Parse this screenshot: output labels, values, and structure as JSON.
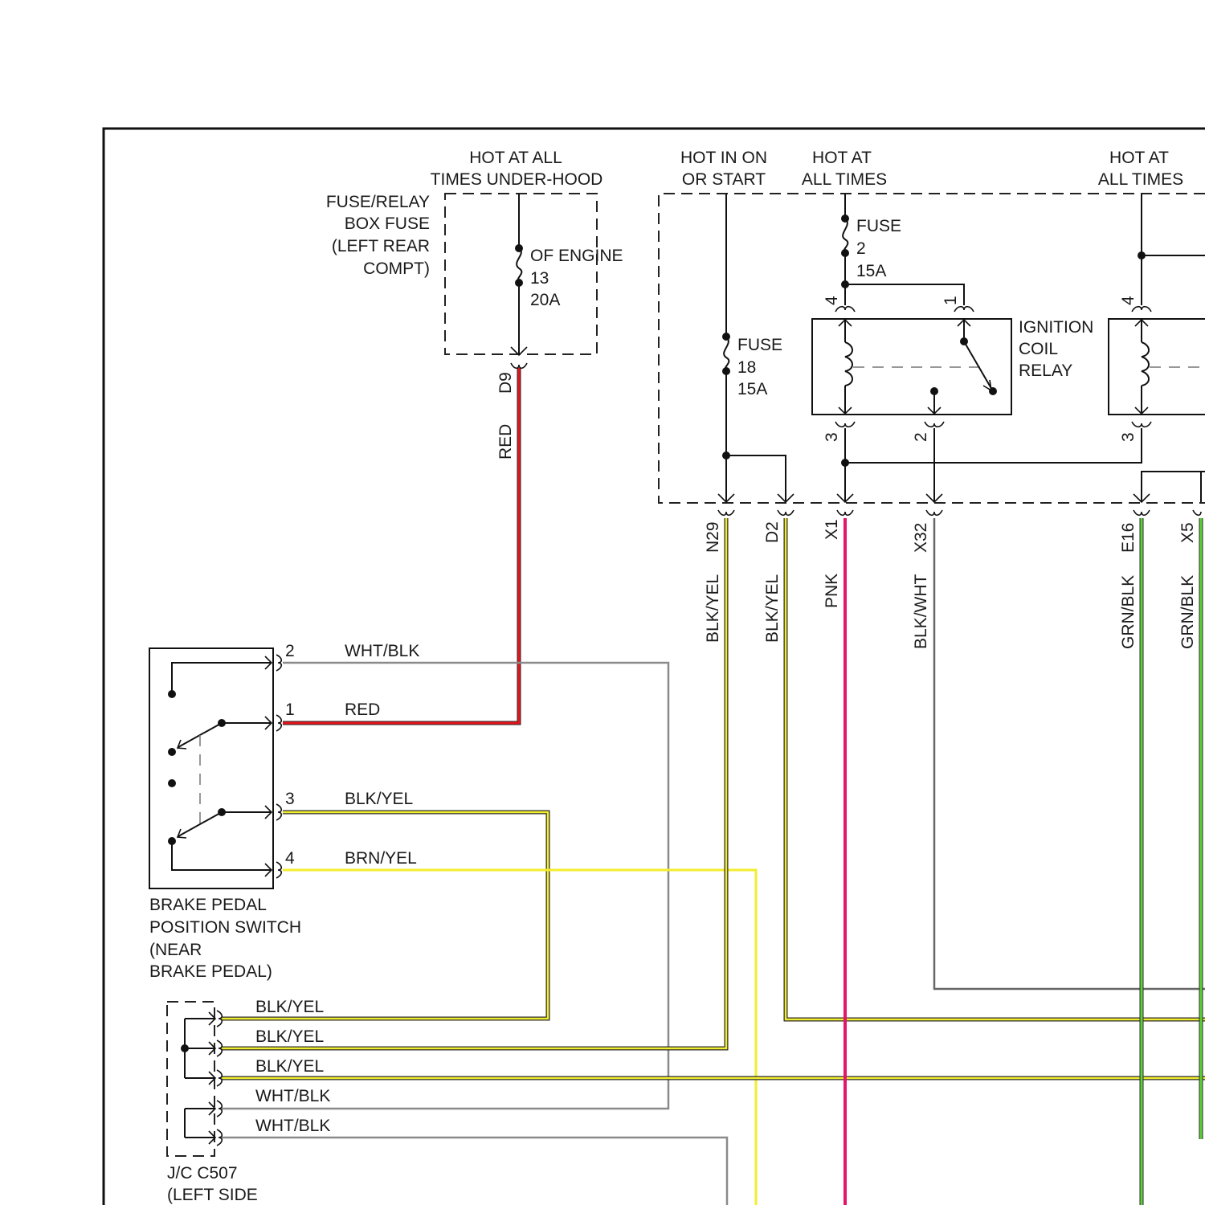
{
  "labels": {
    "hot_all_times_underhood_1": "HOT AT ALL",
    "hot_all_times_underhood_2": "TIMES UNDER-HOOD",
    "hot_on_start_1": "HOT IN ON",
    "hot_on_start_2": "OR START",
    "hot_all_times_a_1": "HOT AT",
    "hot_all_times_a_2": "ALL TIMES",
    "hot_all_times_b_1": "HOT AT",
    "hot_all_times_b_2": "ALL TIMES",
    "fuse_box_1": "FUSE/RELAY",
    "fuse_box_2": "BOX FUSE",
    "fuse_box_3": "(LEFT REAR",
    "fuse_box_4": "COMPT)",
    "fuse13_a": "OF ENGINE",
    "fuse13_b": "13",
    "fuse13_c": "20A",
    "fuse2_a": "FUSE",
    "fuse2_b": "2",
    "fuse2_c": "15A",
    "fuse18_a": "FUSE",
    "fuse18_b": "18",
    "fuse18_c": "15A",
    "relay_1": "IGNITION",
    "relay_2": "COIL",
    "relay_3": "RELAY",
    "brake_1": "BRAKE PEDAL",
    "brake_2": "POSITION SWITCH",
    "brake_3": "(NEAR",
    "brake_4": "BRAKE PEDAL)",
    "jc_1": "J/C C507",
    "jc_2": "(LEFT SIDE"
  },
  "connectors": {
    "d9": "D9",
    "n29": "N29",
    "d2": "D2",
    "x1": "X1",
    "x32": "X32",
    "e16": "E16",
    "x5": "X5"
  },
  "relay_pins": {
    "pin_4a": "4",
    "pin_1": "1",
    "pin_3a": "3",
    "pin_2": "2",
    "pin_4b": "4",
    "pin_3b": "3"
  },
  "switch_pins": {
    "p2": "2",
    "p1": "1",
    "p3": "3",
    "p4": "4"
  },
  "wires": {
    "d9_red": "RED",
    "n29": "BLK/YEL",
    "d2": "BLK/YEL",
    "x1": "PNK",
    "x32": "BLK/WHT",
    "e16": "GRN/BLK",
    "x5": "GRN/BLK",
    "sw_p2": "WHT/BLK",
    "sw_p1": "RED",
    "sw_p3": "BLK/YEL",
    "sw_p4": "BRN/YEL",
    "jc_1": "BLK/YEL",
    "jc_2": "BLK/YEL",
    "jc_3": "BLK/YEL",
    "jc_4": "WHT/BLK",
    "jc_5": "WHT/BLK"
  },
  "colors": {
    "red": "#e8141c",
    "yellow": "#f2ee2e",
    "pink": "#e2156b",
    "green": "#5cd13a",
    "gray": "#8a8a8a",
    "dark_edge": "#2a2a2a"
  }
}
